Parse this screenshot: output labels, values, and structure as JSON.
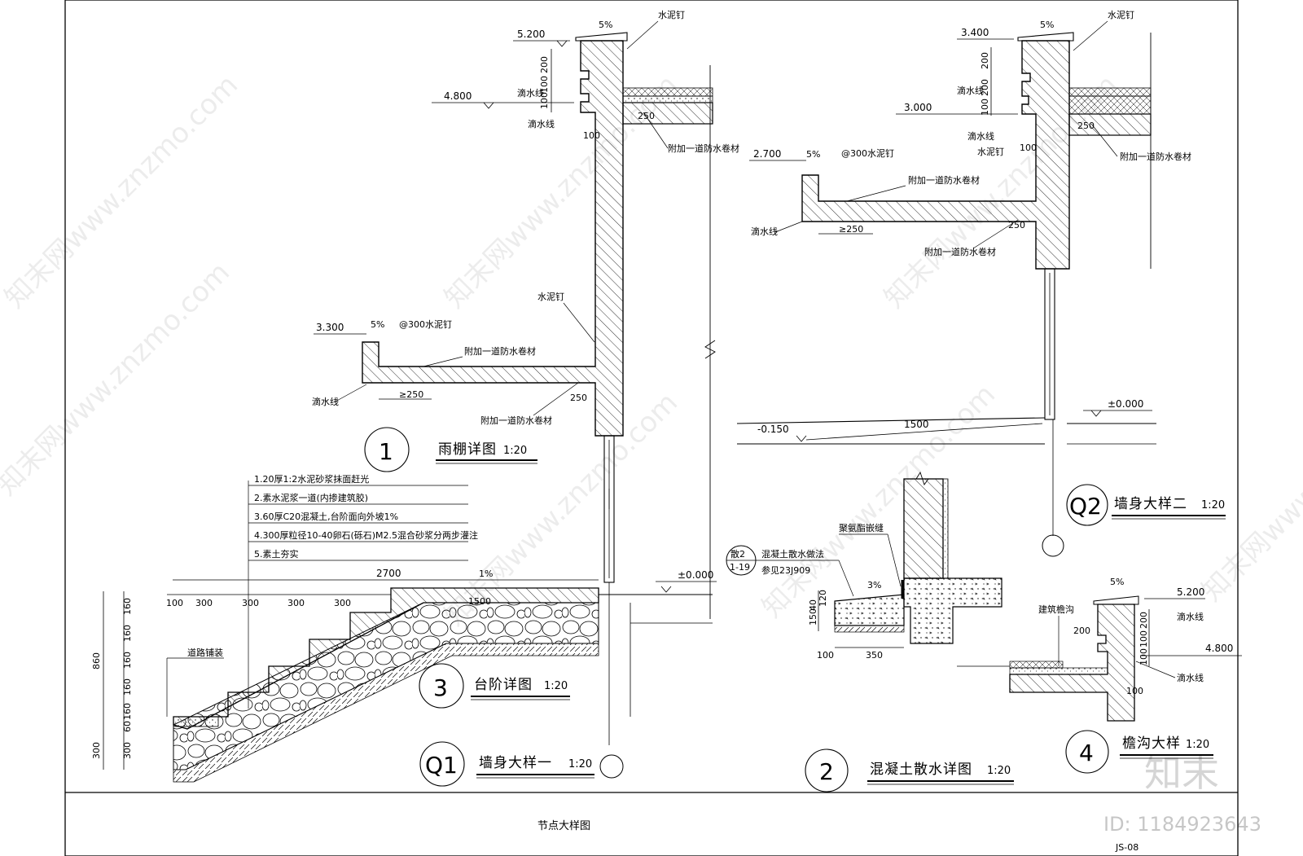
{
  "sheet": {
    "title": "节点大样图",
    "code": "JS-08",
    "watermark": "知末网www.znzmo.com",
    "brand": "知末",
    "id_label": "ID: 1184923643"
  },
  "details": {
    "d1": {
      "num": "1",
      "title": "雨棚详图",
      "scale": "1:20"
    },
    "q2": {
      "num": "Q2",
      "title": "墙身大样二",
      "scale": "1:20"
    },
    "d3": {
      "num": "3",
      "title": "台阶详图",
      "scale": "1:20"
    },
    "q1": {
      "num": "Q1",
      "title": "墙身大样一",
      "scale": "1:20"
    },
    "d2": {
      "num": "2",
      "title": "混凝土散水详图",
      "scale": "1:20"
    },
    "d4": {
      "num": "4",
      "title": "檐沟大样",
      "scale": "1:20"
    }
  },
  "labels": {
    "cement_nail": "水泥钉",
    "drip_line": "滴水线",
    "extra_membrane": "附加一道防水卷材",
    "nail_300": "@300水泥钉",
    "slope5": "5%",
    "slope3": "3%",
    "slope1": "1%",
    "ge250": "≥250",
    "joint_seal": "聚氨酯嵌缝",
    "apron_method": "混凝土散水做法",
    "ref_std": "参见23J909",
    "ref_top": "散2",
    "ref_bot": "1-19",
    "building_gutter": "建筑檐沟",
    "road_paving": "道路铺装"
  },
  "elevations": {
    "e5200": "5.200",
    "e4800": "4.800",
    "e3300": "3.300",
    "e3400": "3.400",
    "e3000": "3.000",
    "e2700": "2.700",
    "e0": "±0.000",
    "e_m015": "-0.150"
  },
  "dims": {
    "d200": "200",
    "d100": "100",
    "d250": "250",
    "d1500": "1500",
    "d2700": "2700",
    "d300": "300",
    "d860": "860",
    "d160": "160",
    "d60": "60",
    "d350": "350",
    "d150": "150",
    "d120": "120",
    "d40": "40"
  },
  "step_notes": [
    "1.20厚1:2水泥砂浆抹面赶光",
    "2.素水泥浆一道(内掺建筑胶)",
    "3.60厚C20混凝土,台阶面向外坡1%",
    "4.300厚粒径10-40卵石(砾石)M2.5混合砂浆分两步灌注",
    "5.素土夯实"
  ]
}
